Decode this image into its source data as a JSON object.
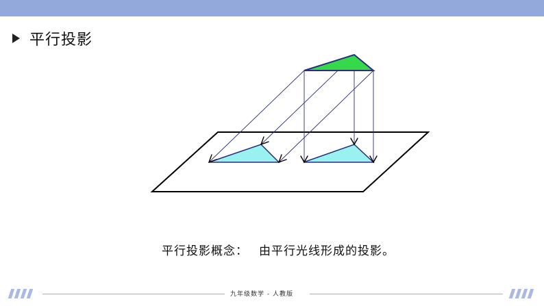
{
  "header": {
    "title": "平行投影"
  },
  "concept": {
    "label": "平行投影概念：",
    "text": "由平行光线形成的投影。"
  },
  "footer": {
    "text": "九年级数学 - 人教版"
  },
  "colors": {
    "top_bar": "#93a9dc",
    "object_fill": "#35d94a",
    "shadow_fill": "#99f2ef",
    "ray_stroke": "#2b2f7a",
    "outline": "#000000"
  }
}
